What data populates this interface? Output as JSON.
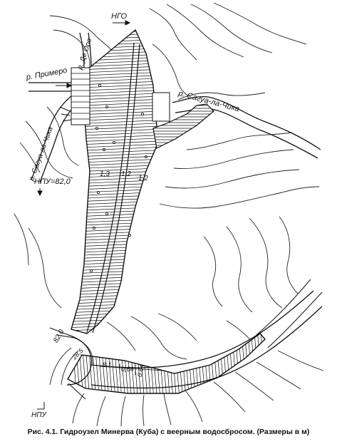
{
  "labels": {
    "ngo": "НГО",
    "de_oro": "р. Де Оро",
    "primero": "р. Примеро",
    "sagua_left": "р. Сагуа-ла-Чика",
    "sagua_right": "р. Сагуа-ла-Чика",
    "npu_top": "НПУ=82,0",
    "npu_bottom": "НПУ",
    "elev_82": "82,0",
    "slope_1": "1,3",
    "slope_2": "1,2",
    "slope_3": "1,2",
    "dim_a": "28,5",
    "dim_b": "8,1",
    "dim_c": "0,64",
    "dim_d": "0,64"
  },
  "caption": "Рис. 4.1. Гидроузел Минерва (Куба) с веерным водосбросом. (Размеры в м)"
}
